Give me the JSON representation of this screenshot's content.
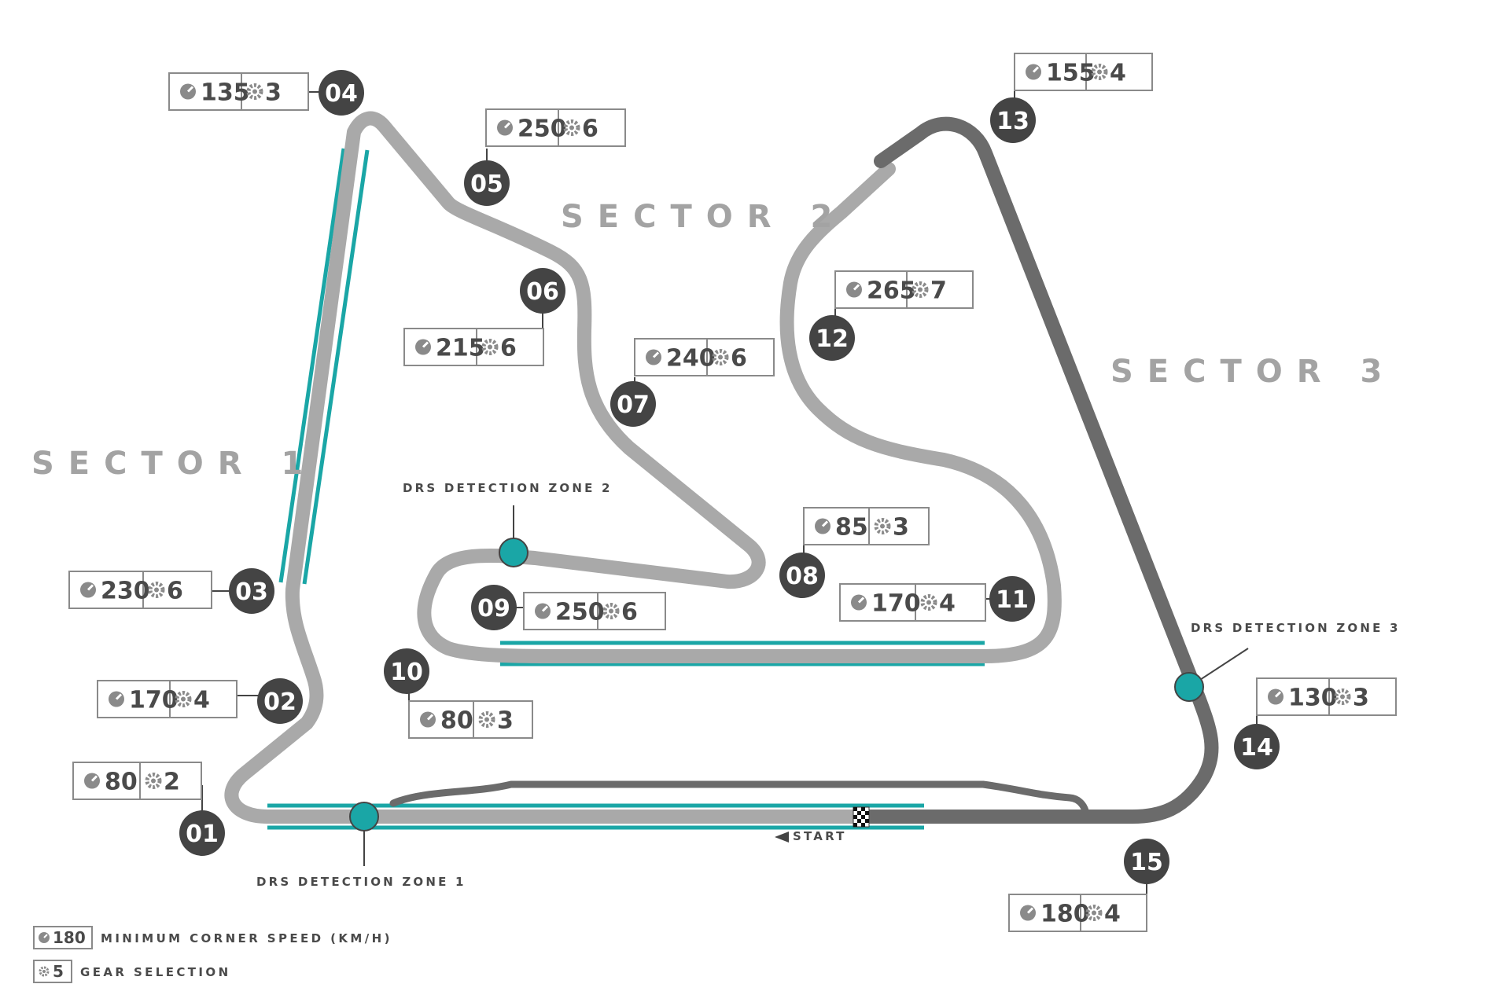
{
  "sectors": [
    {
      "label": "SECTOR 1"
    },
    {
      "label": "SECTOR 2"
    },
    {
      "label": "SECTOR 3"
    }
  ],
  "drs_zones": [
    {
      "label": "DRS DETECTION ZONE 1"
    },
    {
      "label": "DRS DETECTION ZONE 2"
    },
    {
      "label": "DRS DETECTION ZONE 3"
    }
  ],
  "start_label": "START",
  "legend": {
    "speed_example": "180",
    "speed_label": "MINIMUM CORNER SPEED (KM/H)",
    "gear_example": "5",
    "gear_label": "GEAR SELECTION"
  },
  "corners": [
    {
      "number": "01",
      "speed": "80",
      "gear": "2"
    },
    {
      "number": "02",
      "speed": "170",
      "gear": "4"
    },
    {
      "number": "03",
      "speed": "230",
      "gear": "6"
    },
    {
      "number": "04",
      "speed": "135",
      "gear": "3"
    },
    {
      "number": "05",
      "speed": "250",
      "gear": "6"
    },
    {
      "number": "06",
      "speed": "215",
      "gear": "6"
    },
    {
      "number": "07",
      "speed": "240",
      "gear": "6"
    },
    {
      "number": "08",
      "speed": "85",
      "gear": "3"
    },
    {
      "number": "09",
      "speed": "250",
      "gear": "6"
    },
    {
      "number": "10",
      "speed": "80",
      "gear": "3"
    },
    {
      "number": "11",
      "speed": "170",
      "gear": "4"
    },
    {
      "number": "12",
      "speed": "265",
      "gear": "7"
    },
    {
      "number": "13",
      "speed": "155",
      "gear": "4"
    },
    {
      "number": "14",
      "speed": "130",
      "gear": "3"
    },
    {
      "number": "15",
      "speed": "180",
      "gear": "4"
    }
  ],
  "colors": {
    "track_light": "#a9a9a9",
    "track_dark": "#6b6b6b",
    "drs": "#1aa6a6",
    "badge": "#444444",
    "text": "#4a4a4a"
  },
  "icons": {
    "speed": "speedometer-icon",
    "gear": "gear-icon"
  }
}
